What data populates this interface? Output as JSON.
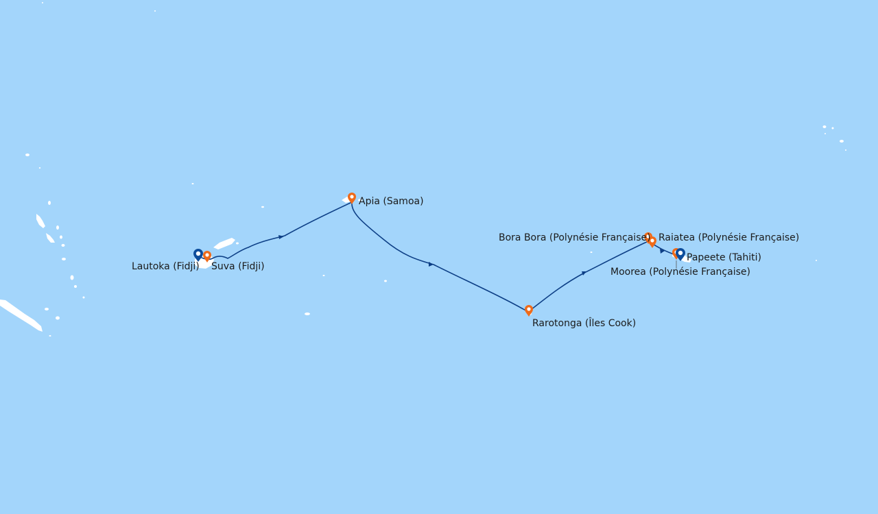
{
  "colors": {
    "sea": "#a3d5fb",
    "land": "#ffffff",
    "route": "#0d3f86",
    "port_marker": "#ef6b1a",
    "embark_marker": "#0d4d9c"
  },
  "ports": {
    "lautoka": {
      "name": "Lautoka (Fidji)",
      "marker": "embark-icon"
    },
    "suva": {
      "name": "Suva (Fidji)",
      "marker": "port-icon"
    },
    "apia": {
      "name": "Apia (Samoa)",
      "marker": "port-icon"
    },
    "rarotonga": {
      "name": "Rarotonga (Îles Cook)",
      "marker": "port-icon"
    },
    "bora_bora": {
      "name": "Bora Bora (Polynésie Française)",
      "marker": "port-icon"
    },
    "raiatea": {
      "name": "Raiatea (Polynésie Française)",
      "marker": "port-icon"
    },
    "moorea": {
      "name": "Moorea (Polynésie Française)",
      "marker": "port-icon"
    },
    "papeete": {
      "name": "Papeete (Tahiti)",
      "marker": "embark-icon"
    }
  }
}
